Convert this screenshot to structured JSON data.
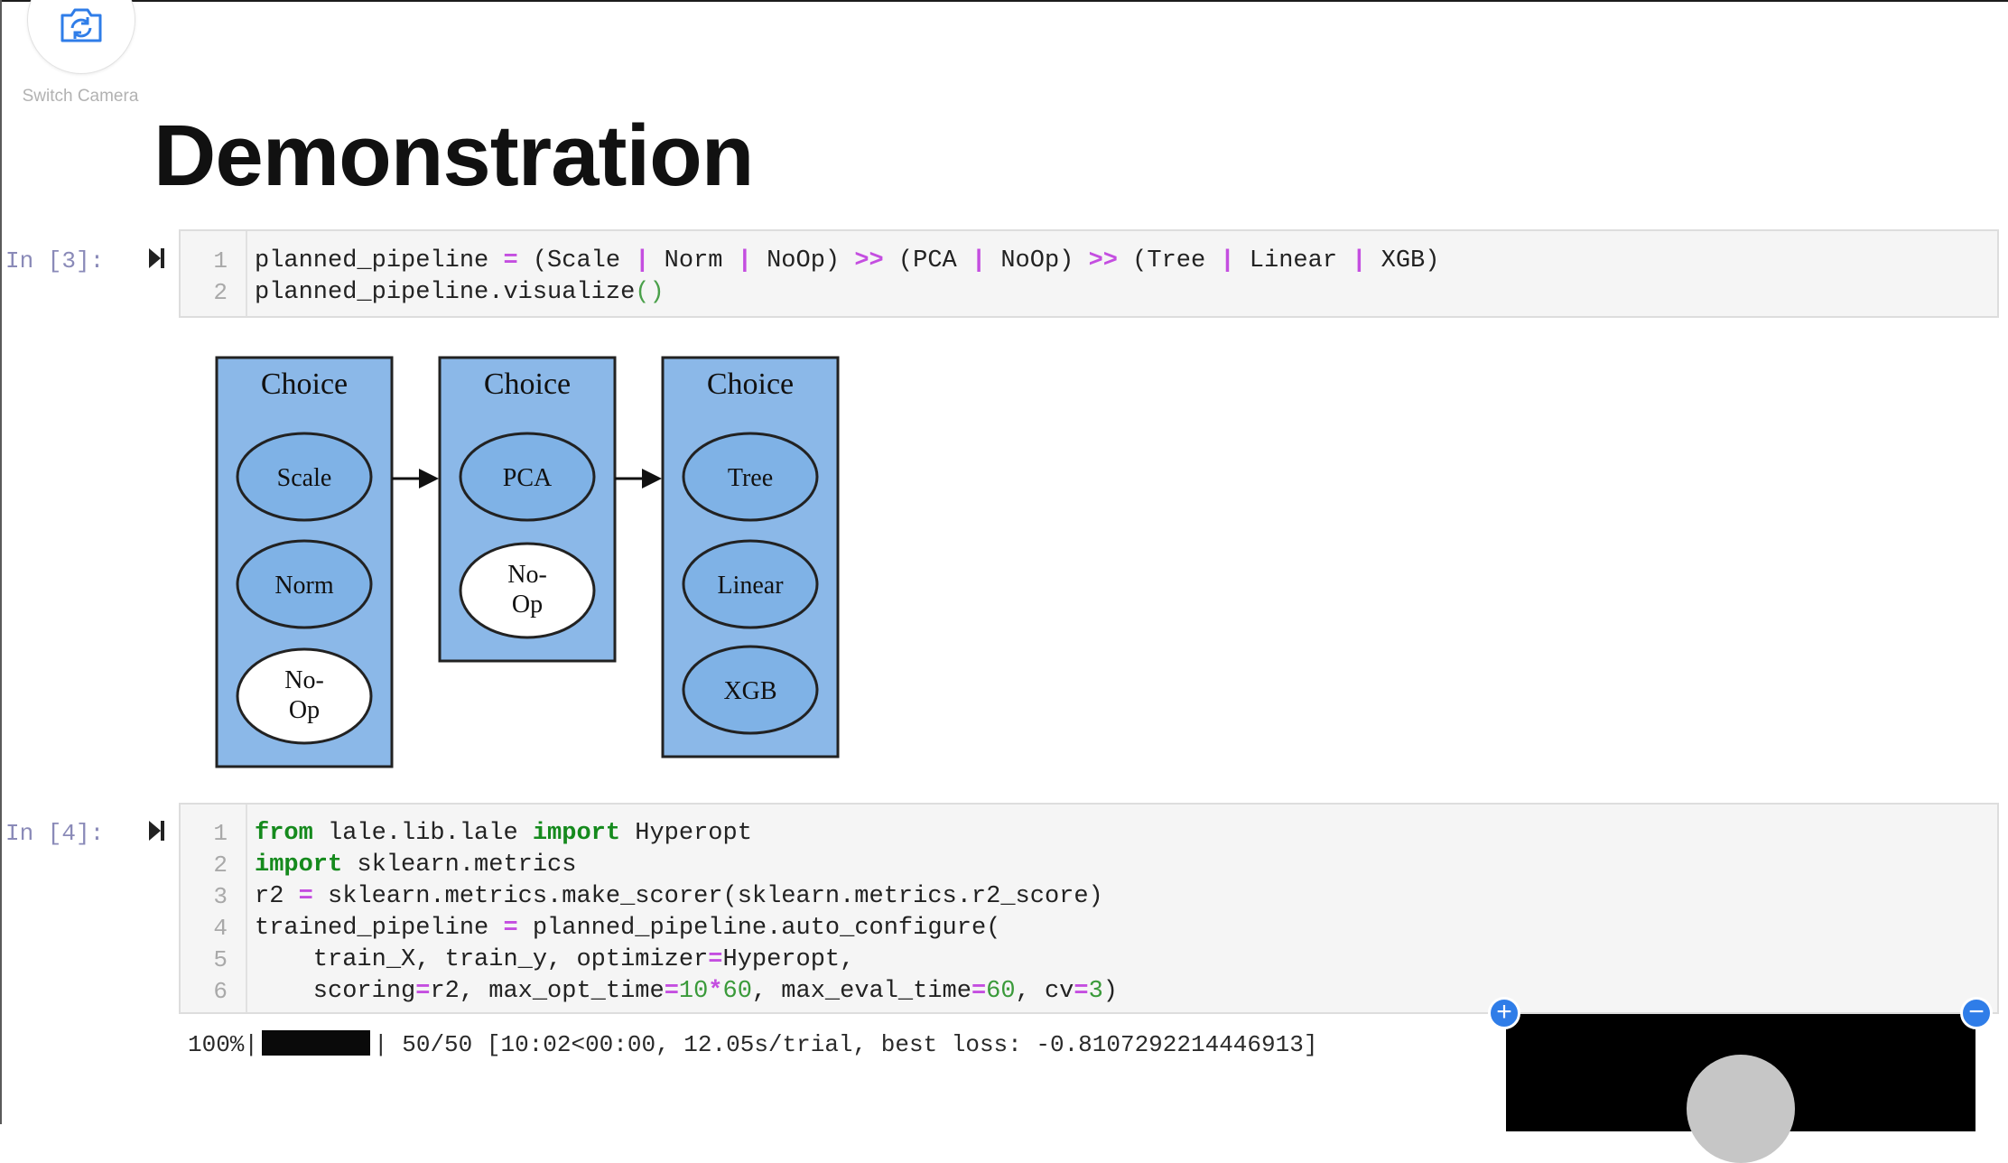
{
  "camera": {
    "label": "Switch Camera"
  },
  "slide": {
    "title": "Demonstration"
  },
  "cells": [
    {
      "prompt": "In [3]:",
      "lines": [
        "1",
        "2"
      ]
    },
    {
      "prompt": "In [4]:",
      "lines": [
        "1",
        "2",
        "3",
        "4",
        "5",
        "6"
      ]
    }
  ],
  "diagram": {
    "clusters": [
      {
        "label": "Choice",
        "nodes": [
          "Scale",
          "Norm",
          "No-Op"
        ]
      },
      {
        "label": "Choice",
        "nodes": [
          "PCA",
          "No-Op"
        ]
      },
      {
        "label": "Choice",
        "nodes": [
          "Tree",
          "Linear",
          "XGB"
        ]
      }
    ],
    "noop_lines": [
      "No-",
      "Op"
    ],
    "colors": {
      "cluster_fill": "#8bb8e8",
      "node_fill": "#7fb2e6",
      "noop_fill": "#ffffff"
    }
  },
  "progress": {
    "percent": "100%",
    "sep": "|",
    "fraction": 1.0,
    "text": "50/50 [10:02<00:00, 12.05s/trial, best loss: -0.8107292214446913]"
  },
  "video": {
    "plus": "+",
    "minus": "−"
  }
}
